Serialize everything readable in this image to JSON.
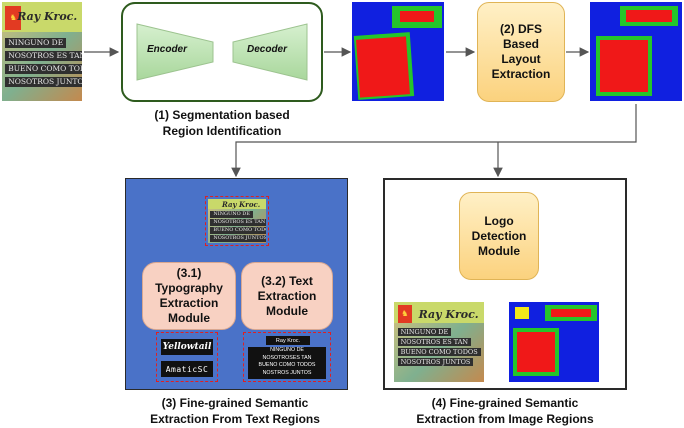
{
  "poster": {
    "brand": "Ray Kroc.",
    "lines": [
      "NINGUNO DE",
      "NOSOTROS ES TAN",
      "BUENO COMO TODOS",
      "NOSOTROS JUNTOS"
    ]
  },
  "segmentation": {
    "encoder": "Encoder",
    "decoder": "Decoder",
    "caption_line1": "(1) Segmentation based",
    "caption_line2": "Region Identification"
  },
  "dfs": {
    "line1": "(2) DFS",
    "line2": "Based",
    "line3": "Layout",
    "line4": "Extraction"
  },
  "text_regions": {
    "typography": {
      "line1": "(3.1)",
      "line2": "Typography",
      "line3": "Extraction",
      "line4": "Module"
    },
    "text_extraction": {
      "line1": "(3.2) Text",
      "line2": "Extraction",
      "line3": "Module"
    },
    "fonts": [
      "Yellowtail",
      "AmaticSC"
    ],
    "ocr": {
      "title": "Ray Kroc.",
      "lines": [
        "NINGUNO DE",
        "NOSOTROSES TAN",
        "BUENO COMO TODOS",
        "NOSTROS JUNTOS"
      ]
    },
    "caption_line1": "(3) Fine-grained Semantic",
    "caption_line2": "Extraction From Text Regions"
  },
  "image_regions": {
    "logo": {
      "line1": "Logo",
      "line2": "Detection",
      "line3": "Module"
    },
    "caption_line1": "(4) Fine-grained Semantic",
    "caption_line2": "Extraction from Image Regions"
  },
  "colors": {
    "blue_panel": "#4a72c8",
    "segmentation_blue": "#1020e0",
    "segmentation_green": "#25c52a",
    "segmentation_red": "#f01818",
    "dash": "#e02020"
  }
}
